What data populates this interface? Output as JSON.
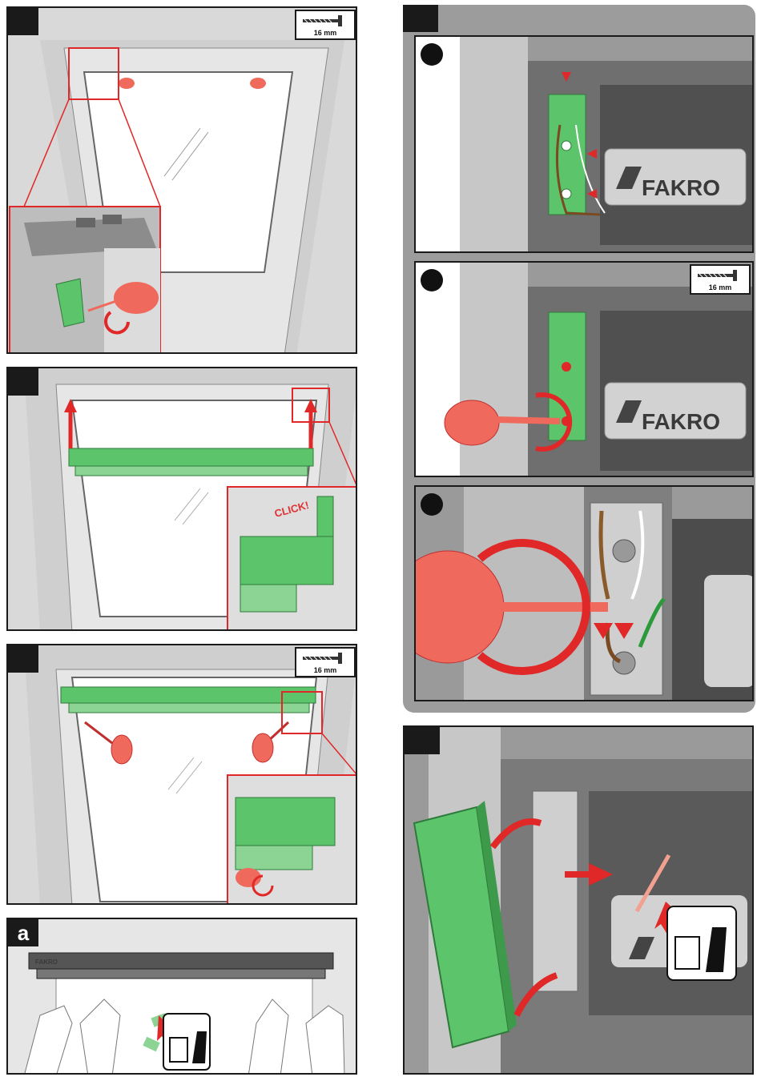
{
  "screw_length": "16 mm",
  "brand_name": "FAKRO",
  "click_text": "CLICK!",
  "step_a_label": "a",
  "colors": {
    "frame_gray": "#d9d9d9",
    "blind_green": "#5cc46a",
    "tool_red": "#ef6a5c",
    "highlight_red": "#e02828",
    "dark_box": "#1a1a1a"
  },
  "icons": [
    "screw-icon",
    "screwdriver-icon",
    "rotate-arrow-icon",
    "recycle-bin-icon",
    "push-arrow-icon",
    "hand-icon"
  ]
}
